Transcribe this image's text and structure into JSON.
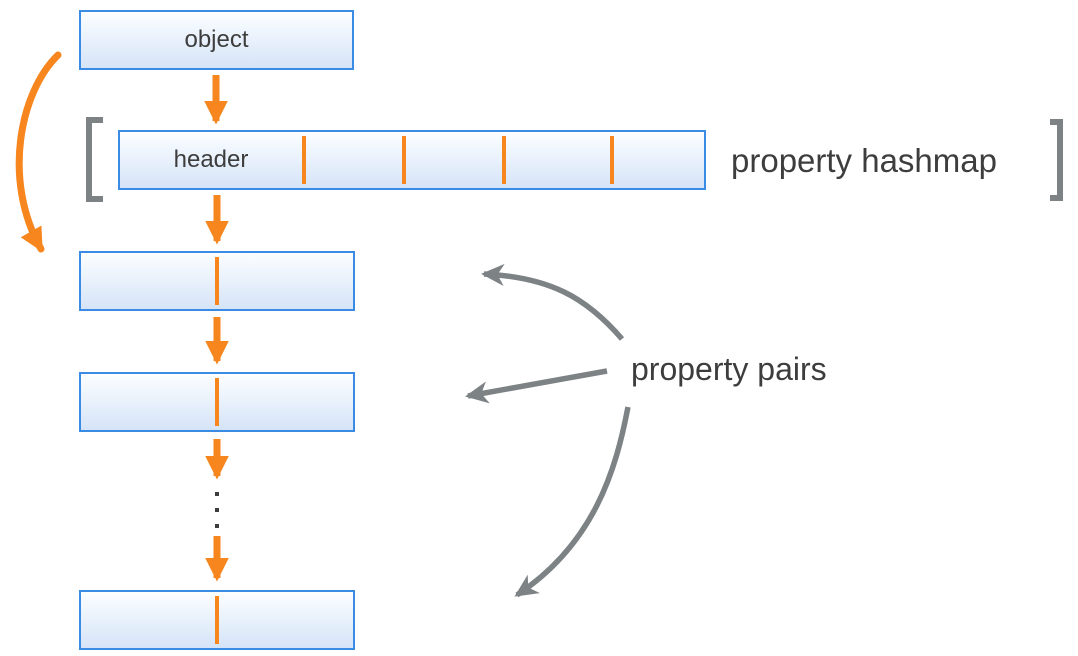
{
  "diagram": {
    "object_box": {
      "label": "object"
    },
    "hashmap": {
      "header_label": "header",
      "bracket_label": "property hashmap",
      "slot_divider_count": 4
    },
    "property_pairs": {
      "label": "property pairs",
      "pair_box_count": 3,
      "ellipsis_dot_count": 3
    },
    "colors": {
      "box_border": "#3a8be4",
      "box_fill_top": "#fcfeff",
      "box_fill_bottom": "#d5e4f8",
      "accent_orange": "#f6861d",
      "arrow_gray": "#7d8284",
      "text_dark": "#3d3d3d",
      "background": "#ffffff"
    }
  }
}
